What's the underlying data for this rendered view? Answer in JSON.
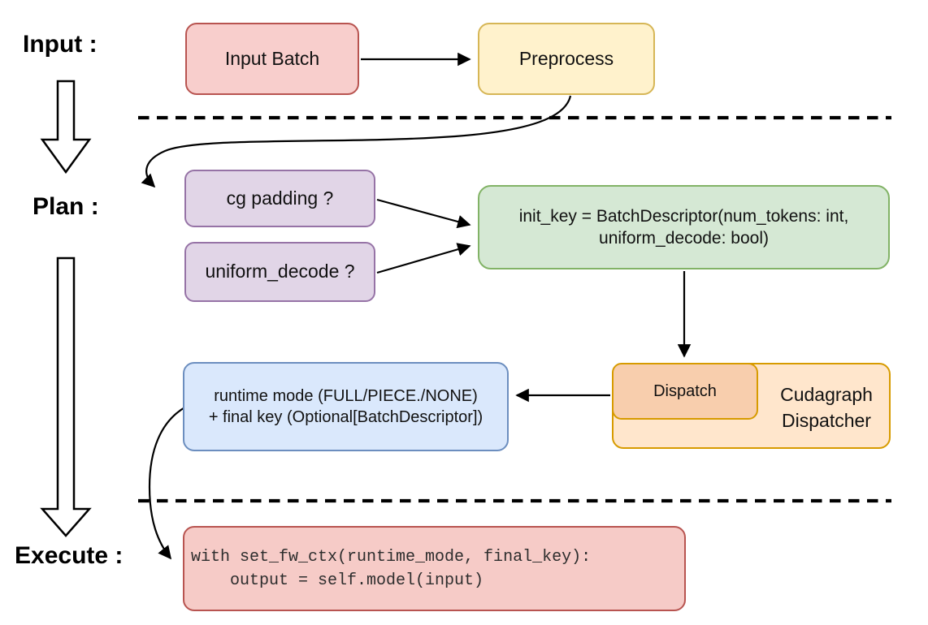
{
  "diagram": {
    "stages": {
      "input": {
        "label": "Input :"
      },
      "plan": {
        "label": "Plan :"
      },
      "execute": {
        "label": "Execute :"
      }
    },
    "nodes": {
      "input_batch": {
        "label": "Input Batch",
        "fill": "#F8CECC",
        "stroke": "#B85450"
      },
      "preprocess": {
        "label": "Preprocess",
        "fill": "#FFF2CC",
        "stroke": "#D6B656"
      },
      "cg_padding": {
        "label": "cg padding ?",
        "fill": "#E1D5E7",
        "stroke": "#9673A6"
      },
      "uniform_decode": {
        "label": "uniform_decode ?",
        "fill": "#E1D5E7",
        "stroke": "#9673A6"
      },
      "init_key": {
        "line1": "init_key = BatchDescriptor(num_tokens: int,",
        "line2": "uniform_decode: bool)",
        "fill": "#D5E8D4",
        "stroke": "#82B366"
      },
      "dispatch": {
        "label": "Dispatch",
        "fill": "#F8CEAD",
        "stroke": "#D79B00"
      },
      "cudagraph_dispatcher": {
        "line1": "Cudagraph",
        "line2": "Dispatcher",
        "fill": "#FFE6CC",
        "stroke": "#D79B00"
      },
      "runtime_mode": {
        "line1": "runtime mode (FULL/PIECE./NONE)",
        "line2": "+ final key (Optional[BatchDescriptor])",
        "fill": "#DAE8FC",
        "stroke": "#6C8EBF"
      },
      "execute_code": {
        "line1": "with set_fw_ctx(runtime_mode, final_key):",
        "line2": "    output = self.model(input)",
        "fill": "#F6CBC7",
        "stroke": "#B85450"
      }
    },
    "connector_color": "#000000"
  }
}
